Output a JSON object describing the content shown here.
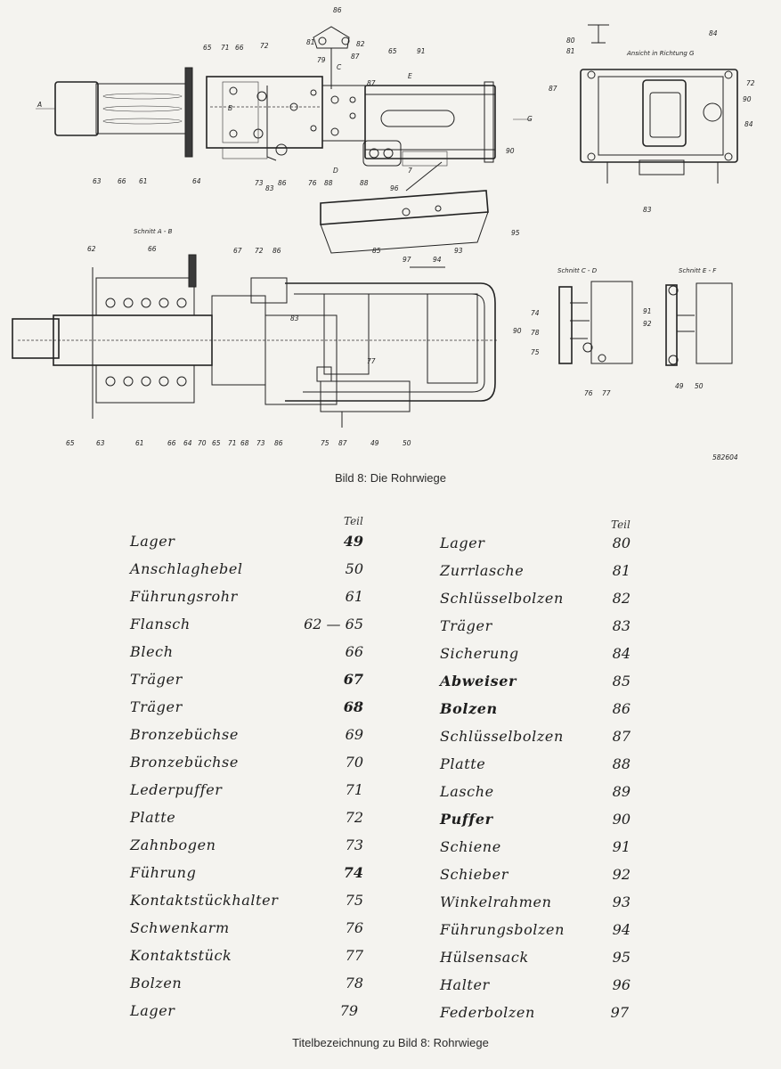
{
  "drawing": {
    "callouts_top": [
      "65",
      "71",
      "66",
      "72",
      "79",
      "C",
      "87",
      "65",
      "E",
      "91",
      "63",
      "66",
      "61",
      "64",
      "73",
      "83",
      "86",
      "76",
      "88",
      "88",
      "7",
      "D",
      "90",
      "G",
      "A",
      "B"
    ],
    "callouts_86_group": [
      "86",
      "81",
      "82",
      "87"
    ],
    "view_g": {
      "title": "Ansicht in Richtung G",
      "callouts": [
        "80",
        "81",
        "84",
        "87",
        "72",
        "90",
        "84",
        "83"
      ]
    },
    "bracket": {
      "callouts": [
        "96",
        "97",
        "94",
        "95"
      ]
    },
    "section_ab": {
      "title": "Schnitt A - B",
      "callouts": [
        "62",
        "66",
        "67",
        "72",
        "86",
        "85",
        "93",
        "83",
        "90",
        "77",
        "65",
        "63",
        "61",
        "66",
        "64",
        "70",
        "65",
        "68",
        "71",
        "73",
        "86",
        "75",
        "87",
        "49",
        "50"
      ]
    },
    "section_cd": {
      "title": "Schnitt C - D",
      "callouts": [
        "74",
        "78",
        "75",
        "76",
        "77"
      ]
    },
    "section_ef": {
      "title": "Schnitt E - F",
      "callouts": [
        "91",
        "92",
        "49",
        "50"
      ]
    },
    "drawing_number": "582604"
  },
  "caption_figure": "Bild 8: Die Rohrwiege",
  "teil_label": "Teil",
  "parts_left": [
    {
      "name": "Lager",
      "num": "49"
    },
    {
      "name": "Anschlaghebel",
      "num": "50"
    },
    {
      "name": "Führungsrohr",
      "num": "61"
    },
    {
      "name": "Flansch",
      "num": "62 — 65"
    },
    {
      "name": "Blech",
      "num": "66"
    },
    {
      "name": "Träger",
      "num": "67"
    },
    {
      "name": "Träger",
      "num": "68"
    },
    {
      "name": "Bronzebüchse",
      "num": "69"
    },
    {
      "name": "Bronzebüchse",
      "num": "70"
    },
    {
      "name": "Lederpuffer",
      "num": "71"
    },
    {
      "name": "Platte",
      "num": "72"
    },
    {
      "name": "Zahnbogen",
      "num": "73"
    },
    {
      "name": "Führung",
      "num": "74"
    },
    {
      "name": "Kontaktstückhalter",
      "num": "75"
    },
    {
      "name": "Schwenkarm",
      "num": "76"
    },
    {
      "name": "Kontaktstück",
      "num": "77"
    },
    {
      "name": "Bolzen",
      "num": "78"
    },
    {
      "name": "Lager",
      "num": "79"
    }
  ],
  "parts_right": [
    {
      "name": "Lager",
      "num": "80"
    },
    {
      "name": "Zurrlasche",
      "num": "81"
    },
    {
      "name": "Schlüsselbolzen",
      "num": "82"
    },
    {
      "name": "Träger",
      "num": "83"
    },
    {
      "name": "Sicherung",
      "num": "84"
    },
    {
      "name": "Abweiser",
      "num": "85"
    },
    {
      "name": "Bolzen",
      "num": "86"
    },
    {
      "name": "Schlüsselbolzen",
      "num": "87"
    },
    {
      "name": "Platte",
      "num": "88"
    },
    {
      "name": "Lasche",
      "num": "89"
    },
    {
      "name": "Puffer",
      "num": "90"
    },
    {
      "name": "Schiene",
      "num": "91"
    },
    {
      "name": "Schieber",
      "num": "92"
    },
    {
      "name": "Winkelrahmen",
      "num": "93"
    },
    {
      "name": "Führungsbolzen",
      "num": "94"
    },
    {
      "name": "Hülsensack",
      "num": "95"
    },
    {
      "name": "Halter",
      "num": "96"
    },
    {
      "name": "Federbolzen",
      "num": "97"
    }
  ],
  "caption_table": "Titelbezeichnung zu Bild 8: Rohrwiege"
}
